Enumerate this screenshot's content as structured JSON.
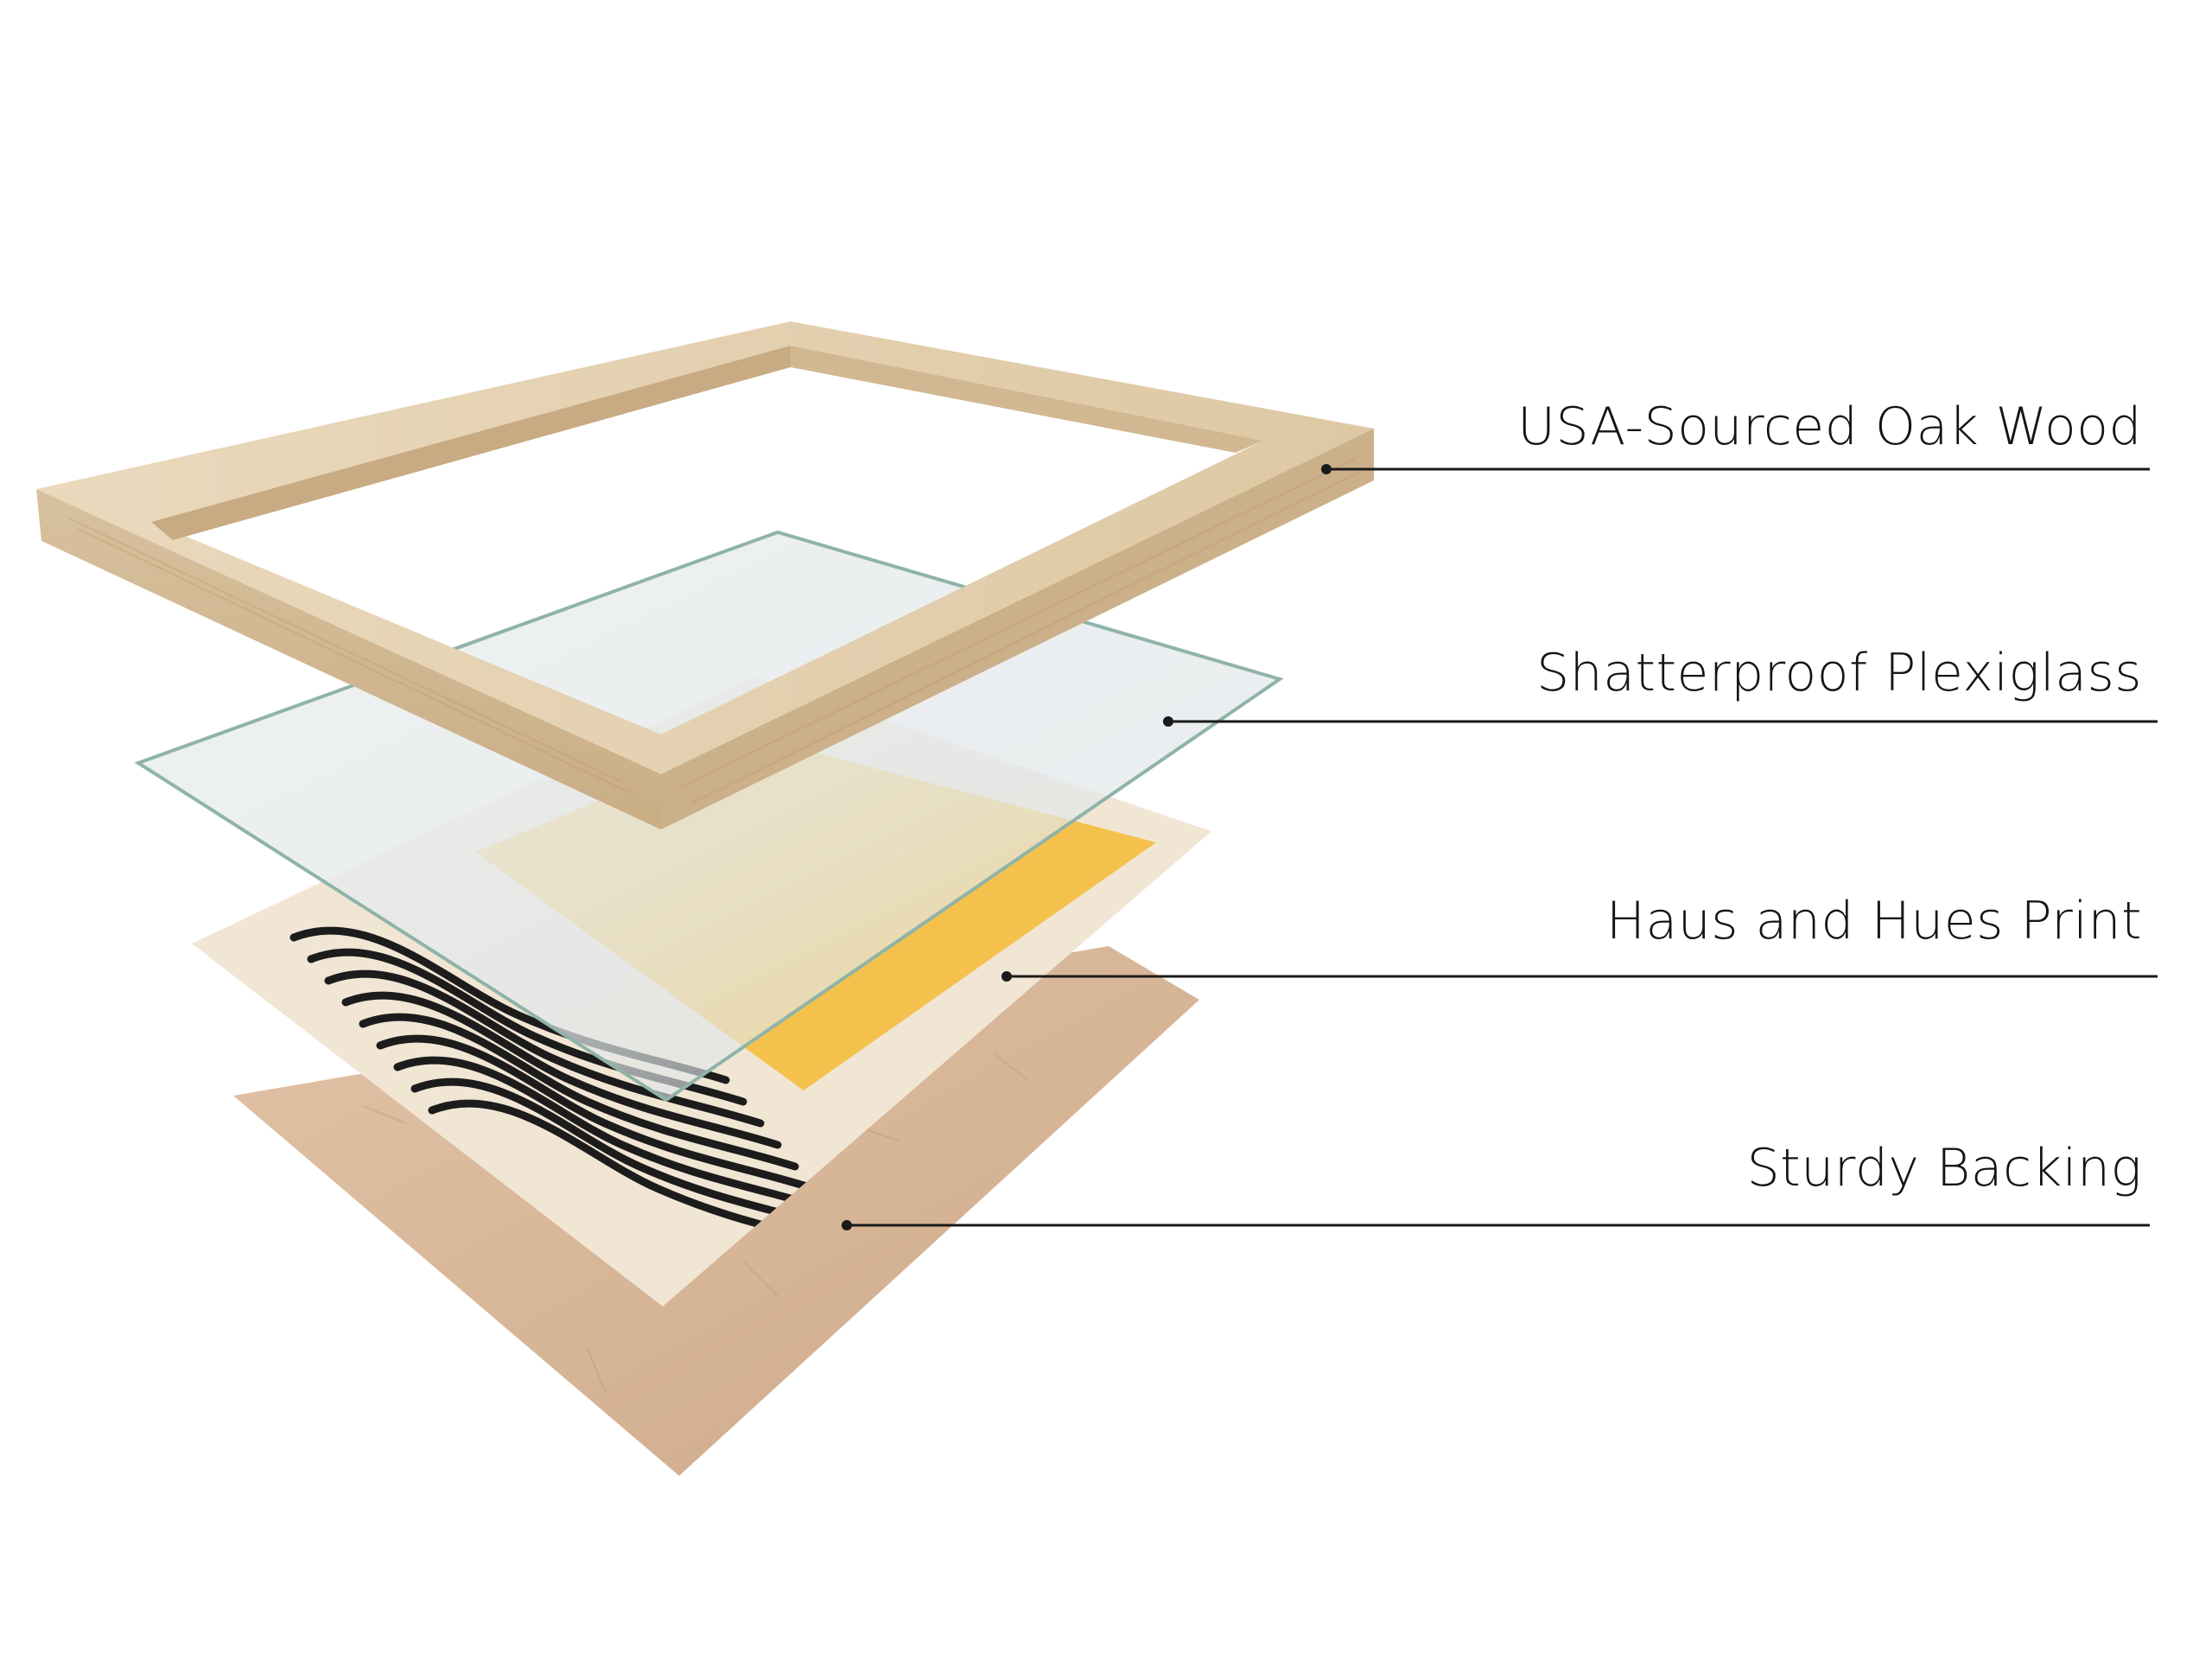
{
  "labels": {
    "oak_wood": "USA-Sourced Oak Wood",
    "plexiglass": "Shatterproof Plexiglass",
    "print": "Haus and Hues Print",
    "backing": "Sturdy Backing"
  },
  "colors": {
    "background": "#ffffff",
    "text": "#141414",
    "leader_line": "#1a1a1a",
    "oak_light": "#e8d6b8",
    "oak_mid": "#d9c19c",
    "oak_dark": "#c4a77e",
    "glass_tint": "#e6ecee",
    "glass_edge": "#8fb3a8",
    "print_paper": "#f1e5d4",
    "print_yellow": "#f4c24c",
    "print_stripes": "#1c1c1c",
    "backing": "#d8b79a"
  }
}
